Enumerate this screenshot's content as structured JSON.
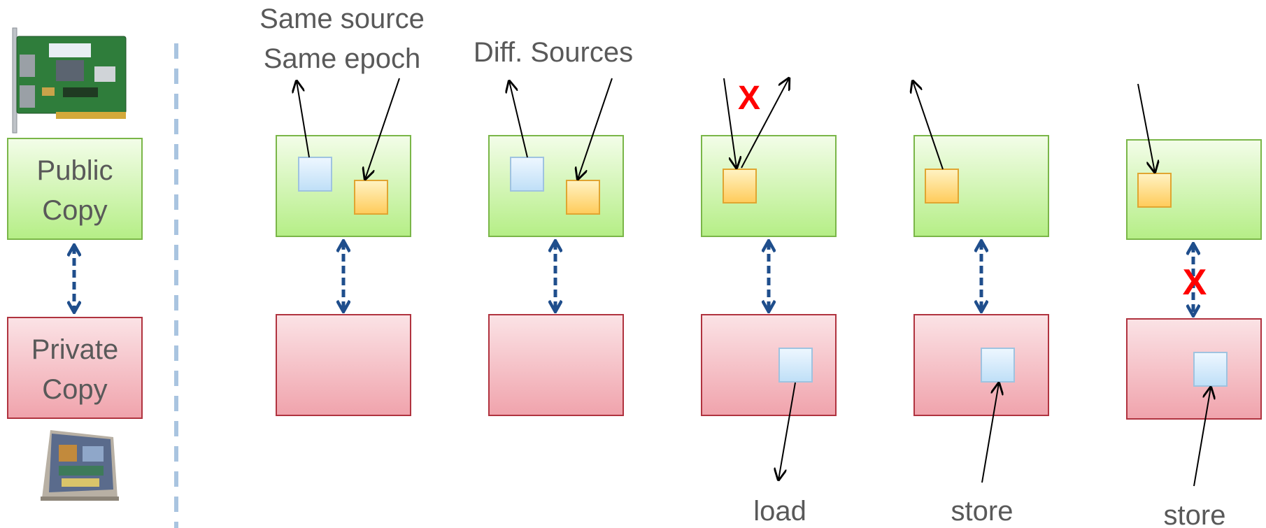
{
  "legend": {
    "public_copy": [
      "Public",
      "Copy"
    ],
    "private_copy": [
      "Private",
      "Copy"
    ],
    "nic_image": "network-card-image",
    "cpu_image": "processor-chip-image"
  },
  "scenarios": [
    {
      "caption": [
        "Same source",
        "Same epoch"
      ],
      "bottom_label": ""
    },
    {
      "caption": [
        "Diff. Sources"
      ],
      "bottom_label": ""
    },
    {
      "caption": [],
      "bottom_label": "load"
    },
    {
      "caption": [],
      "bottom_label": "store"
    },
    {
      "caption": [],
      "bottom_label": "store"
    }
  ],
  "marks": {
    "conflict": "X"
  },
  "colors": {
    "public_fill_top": "#f2fde6",
    "public_fill_bottom": "#b8f08a",
    "public_border": "#7ab648",
    "private_fill_top": "#fbe1e4",
    "private_fill_bottom": "#f2a6af",
    "private_border": "#b0333f",
    "blue_block": "#d6ecfc",
    "orange_block": "#ffd97a",
    "sync_arrow": "#1f4e8c",
    "divider": "#a9c4e0",
    "conflict": "#ff0000",
    "text": "#595959"
  }
}
